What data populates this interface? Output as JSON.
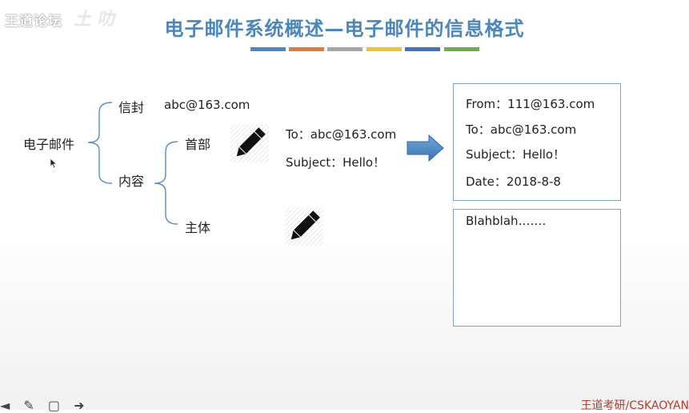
{
  "watermark": {
    "text": "王道论坛",
    "glyph": "土 叻"
  },
  "slide": {
    "title": "电子邮件系统概述—电子邮件的信息格式",
    "color_bars": [
      "#4f86c6",
      "#e07b39",
      "#a5a5a5",
      "#f2c12e",
      "#4472c4",
      "#70ad47"
    ]
  },
  "tree": {
    "root": "电子邮件",
    "envelope_label": "信封",
    "envelope_value": "abc@163.com",
    "content_label": "内容",
    "header_label": "首部",
    "body_label": "主体"
  },
  "header_fields": {
    "to": "To：abc@163.com",
    "subject": "Subject：Hello！"
  },
  "email_box": {
    "from": "From：111@163.com",
    "to": "To：abc@163.com",
    "subject": "Subject：Hello！",
    "date": "Date：2018-8-8",
    "body": "Blahblah……."
  },
  "icons": {
    "pencil_1": "pencil-icon",
    "pencil_2": "pencil-icon",
    "arrow": "arrow-right-icon",
    "cursor": "mouse-cursor-icon"
  },
  "footer": {
    "brand": "王道考研/CSKAOYAN"
  },
  "toolbar": {
    "glyphs": "◄ ✎ ▢ ➜"
  }
}
